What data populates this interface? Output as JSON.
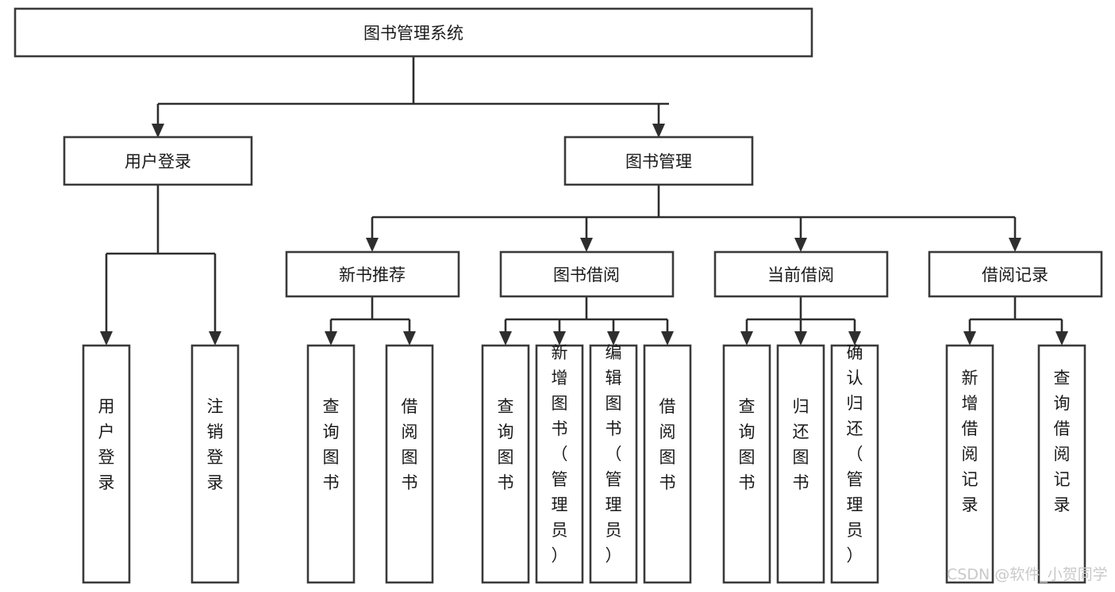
{
  "diagram": {
    "title_node": {
      "label": "图书管理系统"
    },
    "level2": [
      {
        "label": "用户登录"
      },
      {
        "label": "图书管理"
      }
    ],
    "level3": [
      {
        "label": "新书推荐"
      },
      {
        "label": "图书借阅"
      },
      {
        "label": "当前借阅"
      },
      {
        "label": "借阅记录"
      }
    ],
    "leaves": [
      {
        "label": "用户登录"
      },
      {
        "label": "注销登录"
      },
      {
        "label": "查询图书"
      },
      {
        "label": "借阅图书"
      },
      {
        "label": "查询图书"
      },
      {
        "label": "新增图书（管理员）"
      },
      {
        "label": "编辑图书（管理员）"
      },
      {
        "label": "借阅图书"
      },
      {
        "label": "查询图书"
      },
      {
        "label": "归还图书"
      },
      {
        "label": "确认归还（管理员）"
      },
      {
        "label": "新增借阅记录"
      },
      {
        "label": "查询借阅记录"
      }
    ]
  },
  "watermark": {
    "text": "CSDN @软件_小贺同学"
  },
  "colors": {
    "box_stroke": "#3a3a3a",
    "connector": "#2e2e2e",
    "text": "#1a1a1a",
    "background": "#ffffff",
    "watermark": "#c9c9c9"
  }
}
